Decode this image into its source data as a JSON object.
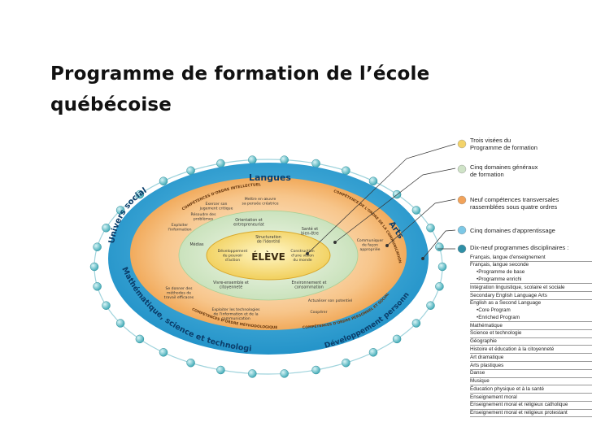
{
  "title": {
    "line1": "Programme de formation de l’école",
    "line2": "québécoise"
  },
  "diagram": {
    "center": "ÉLÈVE",
    "center_sides": {
      "left": [
        "Développement",
        "du pouvoir",
        "d'action"
      ],
      "right": [
        "Construction",
        "d'une vision",
        "du monde"
      ],
      "top": [
        "Structuration",
        "de l'identité"
      ]
    },
    "domains": {
      "top": "Langues",
      "left": "Univers social",
      "right": "Arts",
      "bottom_left": "Mathématique, science et technologie",
      "bottom_right": "Développement personnel"
    },
    "competency_orders": {
      "intellectual": "COMPÉTENCES D'ORDRE INTELLECTUEL",
      "communication": "COMPÉTENCE DE L'ORDRE DE LA COMMUNICATION",
      "methodological": "COMPÉTENCES D'ORDRE MÉTHODOLOGIQUE",
      "personal_social": "COMPÉTENCES D'ORDRE PERSONNEL ET SOCIAL"
    },
    "competencies": {
      "c1": [
        "Exercer son",
        "jugement critique"
      ],
      "c2": [
        "Mettre en œuvre",
        "sa pensée créatrice"
      ],
      "c3": [
        "Résoudre des",
        "problèmes"
      ],
      "c4": [
        "Exploiter",
        "l'information"
      ],
      "c5": [
        "Communiquer",
        "de façon",
        "appropriée"
      ],
      "c6": [
        "Se donner des",
        "méthodes de",
        "travail efficaces"
      ],
      "c7": [
        "Exploiter les technologies",
        "de l'information et de la",
        "communication"
      ],
      "c8": "Actualiser son potentiel",
      "c9": "Coopérer"
    },
    "general_areas": {
      "a1": [
        "Orientation et",
        "entrepreneuriat"
      ],
      "a2": [
        "Santé et",
        "bien-être"
      ],
      "a3": "Médias",
      "a4": [
        "Vivre-ensemble et",
        "citoyenneté"
      ],
      "a5": [
        "Environnement et",
        "consommation"
      ]
    }
  },
  "legend": {
    "items": [
      {
        "lines": [
          "Trois visées du",
          "Programme de formation"
        ],
        "color": "#f3d36a"
      },
      {
        "lines": [
          "Cinq domaines généraux",
          "de formation"
        ],
        "color": "#cfe3c7"
      },
      {
        "lines": [
          "Neuf compétences transversales",
          "rassemblées sous quatre ordres"
        ],
        "color": "#f2a35a"
      },
      {
        "lines": [
          "Cinq domaines d'apprentissage"
        ],
        "color": "#7cc8e6"
      },
      {
        "lines": [
          "Dix-neuf programmes disciplinaires :"
        ],
        "color": "#2f8fa6"
      }
    ],
    "programs": [
      "Français, langue d'enseignement",
      "Français, langue seconde",
      "•Programme de base",
      "•Programme enrichi",
      "Intégration linguistique, scolaire et sociale",
      "Secondary English Language Arts",
      "English as a Second Language",
      "•Core Program",
      "•Enriched Program",
      "Mathématique",
      "Science et technologie",
      "Géographie",
      "Histoire et éducation à la citoyenneté",
      "Art dramatique",
      "Arts plastiques",
      "Danse",
      "Musique",
      "Éducation physique et à la santé",
      "Enseignement moral",
      "Enseignement moral et religieux catholique",
      "Enseignement moral et religieux protestant"
    ]
  }
}
